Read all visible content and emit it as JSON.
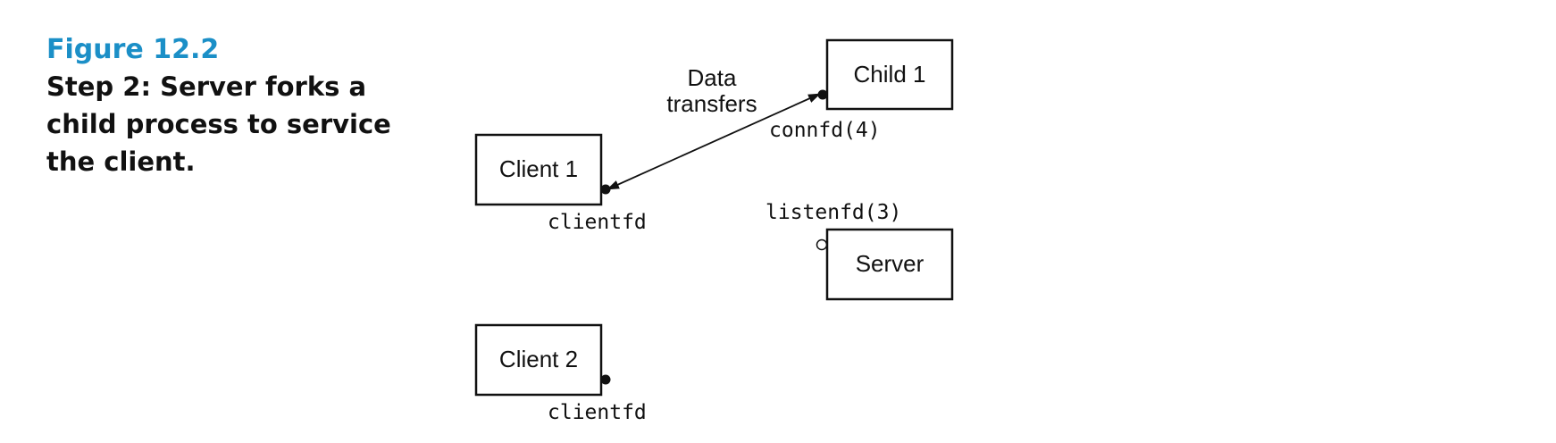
{
  "caption": {
    "figure_label": "Figure 12.2",
    "description": "Step 2: Server forks a child process to service the client."
  },
  "diagram": {
    "boxes": {
      "child1": "Child 1",
      "client1": "Client 1",
      "server": "Server",
      "client2": "Client 2"
    },
    "descriptors": {
      "connfd": "connfd(4)",
      "listenfd": "listenfd(3)",
      "client1_fd": "clientfd",
      "client2_fd": "clientfd"
    },
    "connection_label": {
      "line1": "Data",
      "line2": "transfers"
    }
  }
}
